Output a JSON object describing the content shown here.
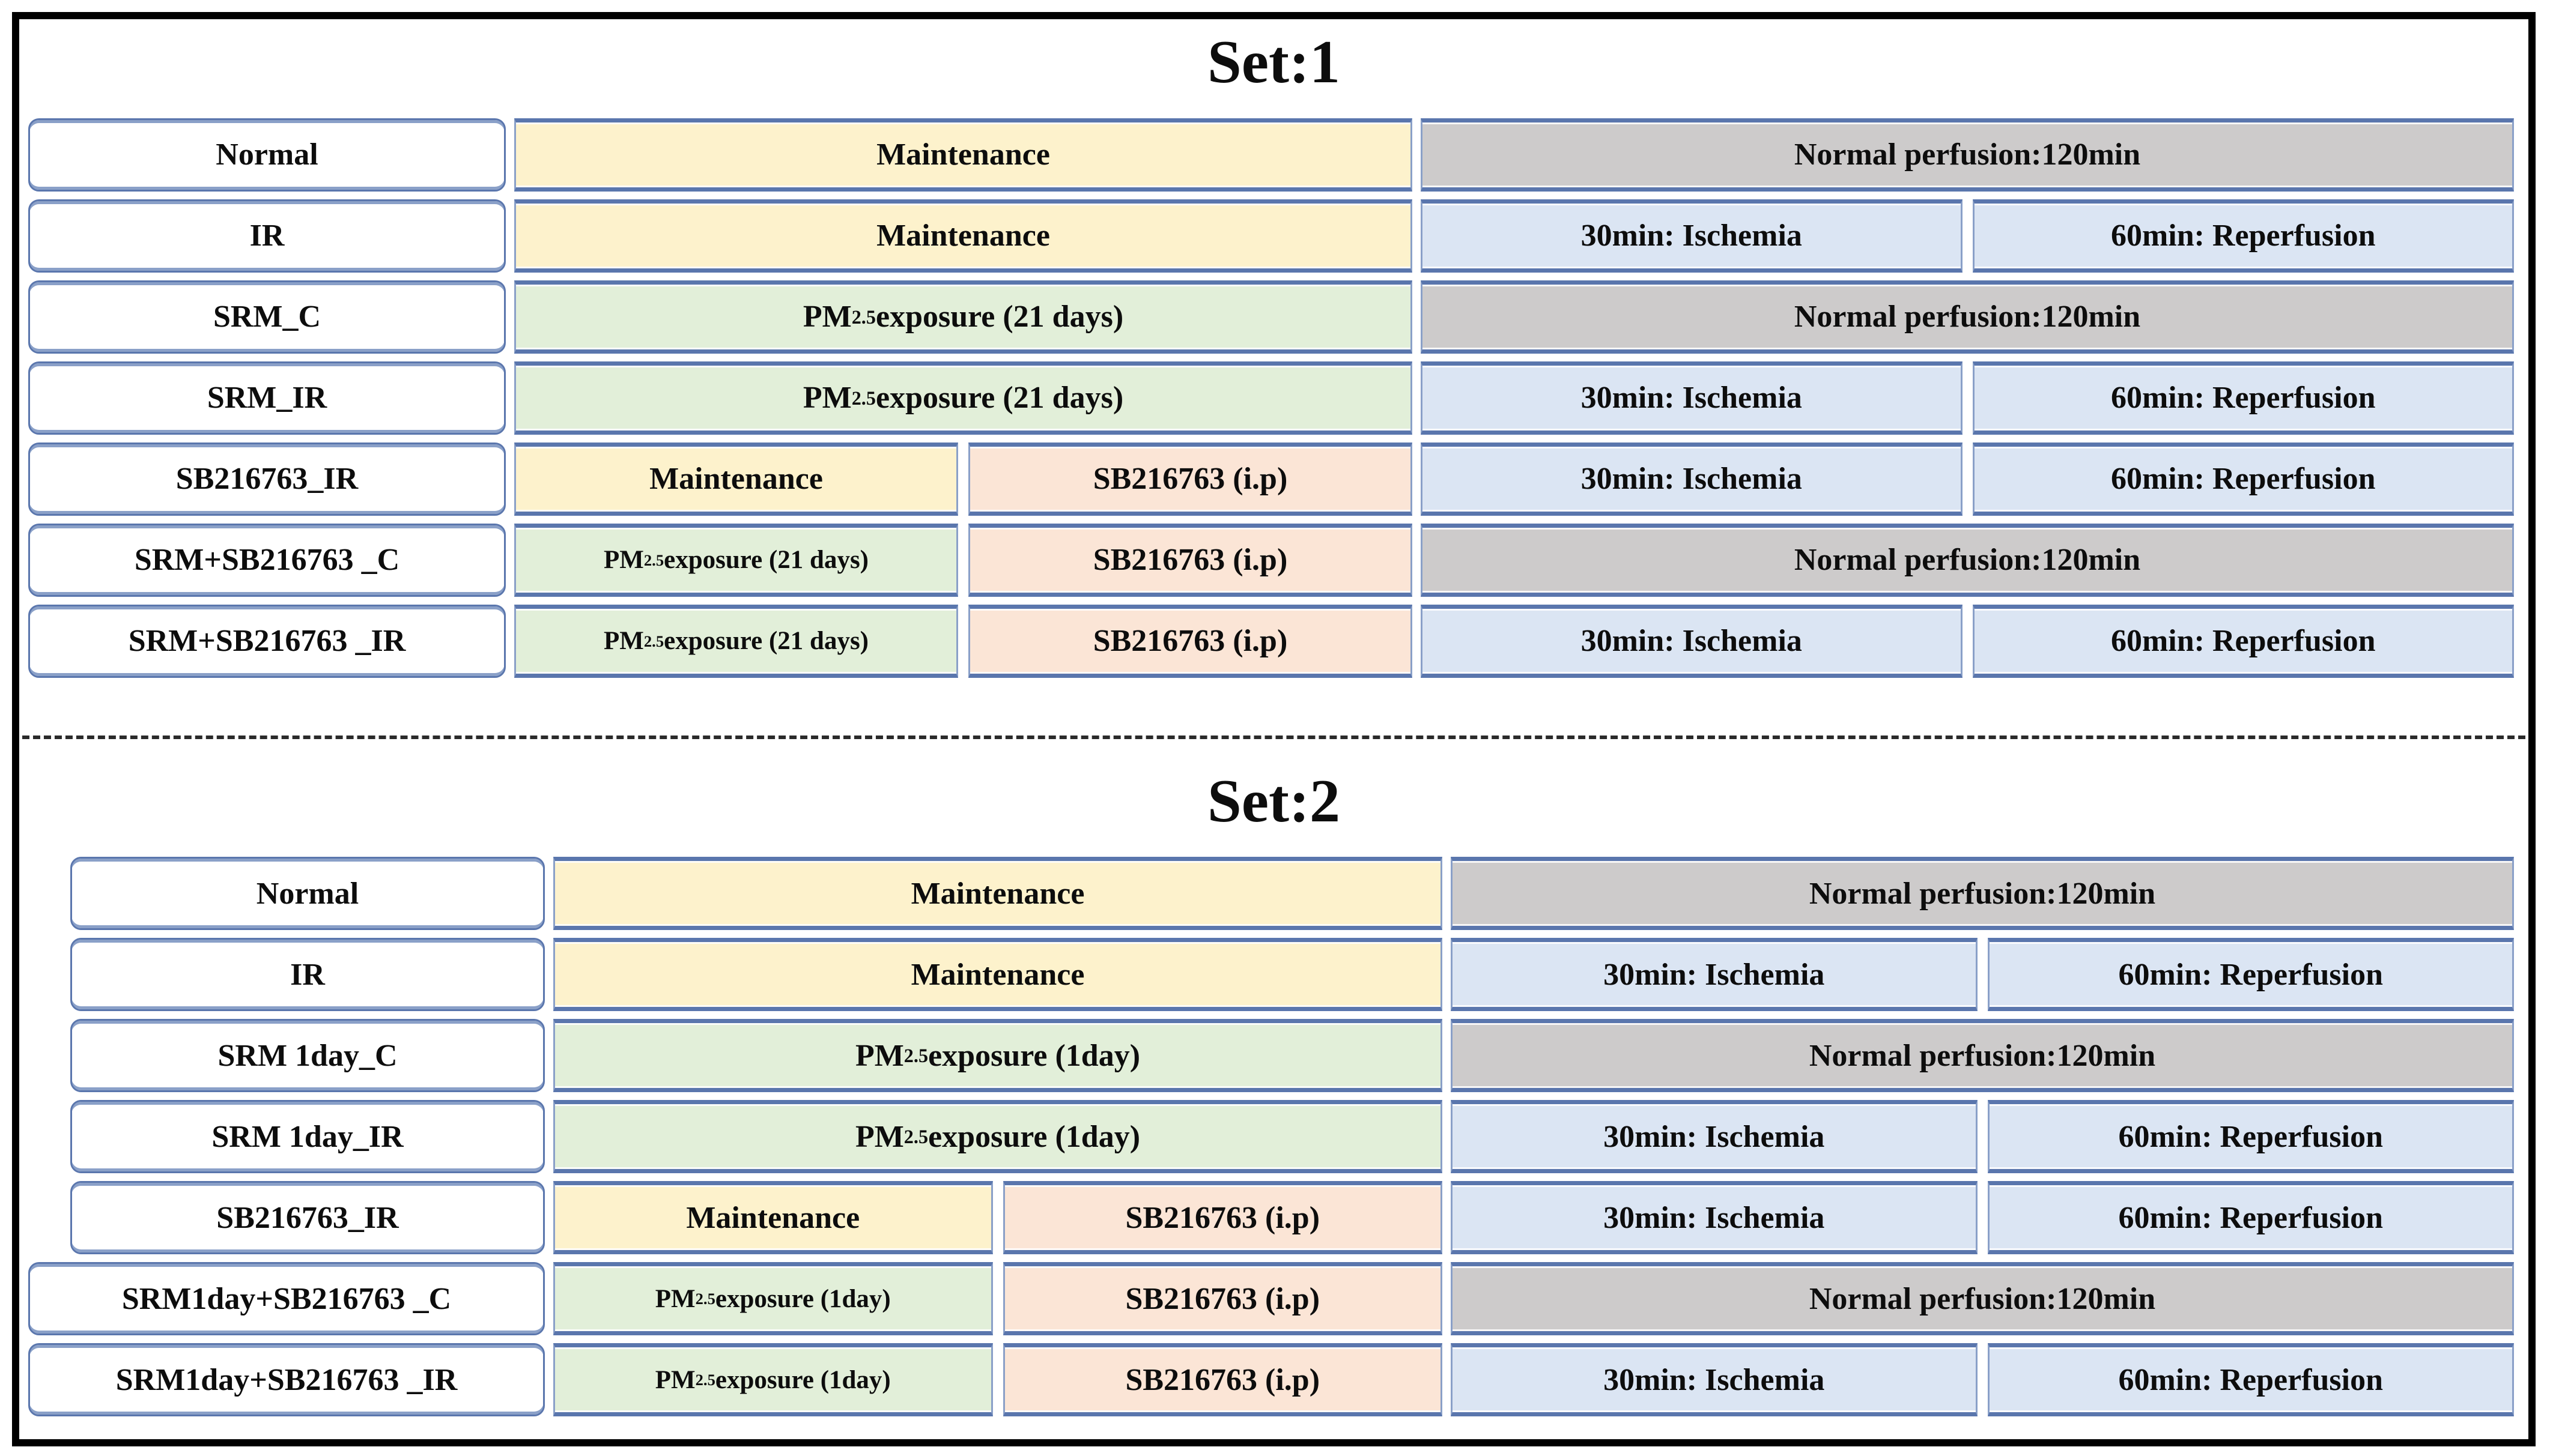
{
  "palette": {
    "maintenance_fill": "#fdf2cc",
    "pm_fill": "#e2efd9",
    "drug_fill": "#fbe5d6",
    "perfusion_fill": "#cdcbcb",
    "ir_fill": "#dbe5f3",
    "label_fill": "#ffffff",
    "box_border": "#5a76ad",
    "box_border_light": "#8aa0c8",
    "frame_border": "#000000",
    "separator": "#2a2a2a",
    "text": "#0d0d0d"
  },
  "figure": {
    "set1": {
      "title": "Set:1",
      "rows": [
        {
          "label": "Normal",
          "prep": [
            {
              "text": "Maintenance",
              "kind": "maintenance"
            }
          ],
          "outcome": [
            {
              "text": "Normal perfusion:120min",
              "kind": "perfusion"
            }
          ]
        },
        {
          "label": "IR",
          "prep": [
            {
              "text": "Maintenance",
              "kind": "maintenance"
            }
          ],
          "outcome": [
            {
              "text": "30min: Ischemia",
              "kind": "ir"
            },
            {
              "text": "60min: Reperfusion",
              "kind": "ir"
            }
          ]
        },
        {
          "label": "SRM_C",
          "prep": [
            {
              "text": "PM~2.5~ exposure (21 days)",
              "kind": "pm"
            }
          ],
          "outcome": [
            {
              "text": "Normal perfusion:120min",
              "kind": "perfusion"
            }
          ]
        },
        {
          "label": "SRM_IR",
          "prep": [
            {
              "text": "PM~2.5~ exposure (21 days)",
              "kind": "pm"
            }
          ],
          "outcome": [
            {
              "text": "30min: Ischemia",
              "kind": "ir"
            },
            {
              "text": "60min: Reperfusion",
              "kind": "ir"
            }
          ]
        },
        {
          "label": "SB216763_IR",
          "prep": [
            {
              "text": "Maintenance",
              "kind": "maintenance"
            },
            {
              "text": "SB216763 (i.p)",
              "kind": "drug"
            }
          ],
          "outcome": [
            {
              "text": "30min: Ischemia",
              "kind": "ir"
            },
            {
              "text": "60min: Reperfusion",
              "kind": "ir"
            }
          ]
        },
        {
          "label": "SRM+SB216763 _C",
          "prep": [
            {
              "text": "PM~2.5~ exposure (21 days)",
              "kind": "pm",
              "small": true
            },
            {
              "text": "SB216763 (i.p)",
              "kind": "drug"
            }
          ],
          "outcome": [
            {
              "text": "Normal perfusion:120min",
              "kind": "perfusion"
            }
          ]
        },
        {
          "label": "SRM+SB216763 _IR",
          "prep": [
            {
              "text": "PM~2.5~ exposure (21 days)",
              "kind": "pm",
              "small": true
            },
            {
              "text": "SB216763 (i.p)",
              "kind": "drug"
            }
          ],
          "outcome": [
            {
              "text": "30min: Ischemia",
              "kind": "ir"
            },
            {
              "text": "60min: Reperfusion",
              "kind": "ir"
            }
          ]
        }
      ]
    },
    "set2": {
      "title": "Set:2",
      "rows": [
        {
          "label": "Normal",
          "prep": [
            {
              "text": "Maintenance",
              "kind": "maintenance"
            }
          ],
          "outcome": [
            {
              "text": "Normal perfusion:120min",
              "kind": "perfusion"
            }
          ]
        },
        {
          "label": "IR",
          "prep": [
            {
              "text": "Maintenance",
              "kind": "maintenance"
            }
          ],
          "outcome": [
            {
              "text": "30min: Ischemia",
              "kind": "ir"
            },
            {
              "text": "60min: Reperfusion",
              "kind": "ir"
            }
          ]
        },
        {
          "label": "SRM 1day_C",
          "prep": [
            {
              "text": "PM~2.5~ exposure (1day)",
              "kind": "pm"
            }
          ],
          "outcome": [
            {
              "text": "Normal perfusion:120min",
              "kind": "perfusion"
            }
          ]
        },
        {
          "label": "SRM 1day_IR",
          "prep": [
            {
              "text": "PM~2.5~ exposure (1day)",
              "kind": "pm"
            }
          ],
          "outcome": [
            {
              "text": "30min: Ischemia",
              "kind": "ir"
            },
            {
              "text": "60min: Reperfusion",
              "kind": "ir"
            }
          ]
        },
        {
          "label": "SB216763_IR",
          "prep": [
            {
              "text": "Maintenance",
              "kind": "maintenance"
            },
            {
              "text": "SB216763 (i.p)",
              "kind": "drug"
            }
          ],
          "outcome": [
            {
              "text": "30min: Ischemia",
              "kind": "ir"
            },
            {
              "text": "60min: Reperfusion",
              "kind": "ir"
            }
          ]
        },
        {
          "label": "SRM1day+SB216763 _C",
          "label_wide": true,
          "prep": [
            {
              "text": "PM~2.5~ exposure (1day)",
              "kind": "pm",
              "small": true
            },
            {
              "text": "SB216763 (i.p)",
              "kind": "drug"
            }
          ],
          "outcome": [
            {
              "text": "Normal perfusion:120min",
              "kind": "perfusion"
            }
          ]
        },
        {
          "label": "SRM1day+SB216763 _IR",
          "label_wide": true,
          "prep": [
            {
              "text": "PM~2.5~ exposure (1day)",
              "kind": "pm",
              "small": true
            },
            {
              "text": "SB216763 (i.p)",
              "kind": "drug"
            }
          ],
          "outcome": [
            {
              "text": "30min: Ischemia",
              "kind": "ir"
            },
            {
              "text": "60min: Reperfusion",
              "kind": "ir"
            }
          ]
        }
      ]
    }
  }
}
